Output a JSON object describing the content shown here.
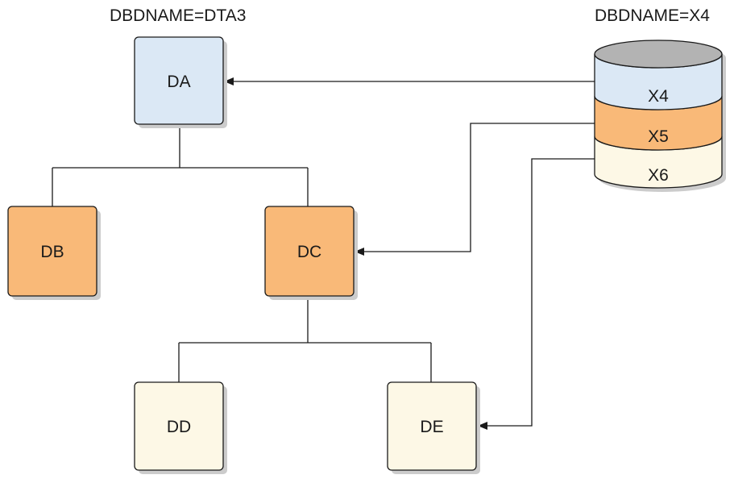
{
  "titles": {
    "left_dbdname": "DBDNAME=DTA3",
    "right_dbdname": "DBDNAME=X4"
  },
  "segments": {
    "da": "DA",
    "db": "DB",
    "dc": "DC",
    "dd": "DD",
    "de": "DE"
  },
  "index_db": {
    "x4": "X4",
    "x5": "X5",
    "x6": "X6"
  },
  "colors": {
    "blue_fill": "#dbe8f5",
    "orange_fill": "#f9b978",
    "cream_fill": "#fdf8e6",
    "cylinder_top": "#b3b3b3",
    "line": "#1a1a1a",
    "shadow": "#cccccc"
  }
}
